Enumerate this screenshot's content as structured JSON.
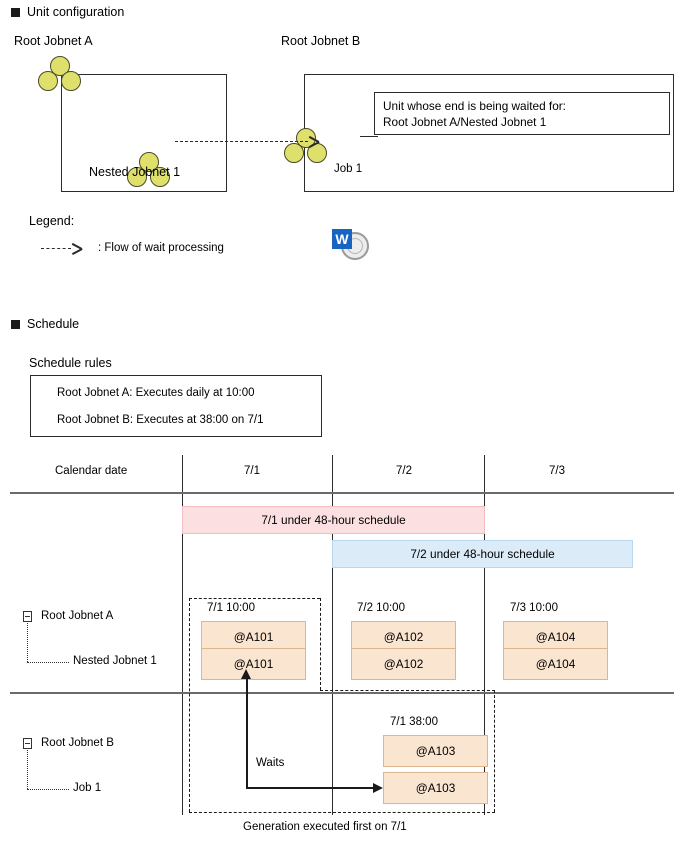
{
  "sections": {
    "unit_configuration": "Unit configuration",
    "schedule": "Schedule"
  },
  "unit_configuration": {
    "root_jobnet_a_label": "Root Jobnet A",
    "root_jobnet_b_label": "Root Jobnet B",
    "nested_jobnet_label": "Nested Jobnet 1",
    "job_label": "Job 1",
    "callout_line1": "Unit whose end is being waited for:",
    "callout_line2": "Root Jobnet A/Nested Jobnet 1",
    "job_badge_letter": "W"
  },
  "legend": {
    "title": "Legend:",
    "entry": ": Flow of wait processing"
  },
  "schedule_rules": {
    "title": "Schedule rules",
    "rules": [
      "Root Jobnet A: Executes daily at 10:00",
      "Root Jobnet B: Executes at 38:00 on 7/1"
    ]
  },
  "schedule_table": {
    "row_header_label": "Calendar date",
    "dates": [
      "7/1",
      "7/2",
      "7/3"
    ],
    "bars": [
      {
        "text": "7/1 under 48-hour schedule",
        "color": "#fce0e1"
      },
      {
        "text": "7/2 under 48-hour schedule",
        "color": "#dcebf8"
      }
    ],
    "jobnet_a": {
      "parent_label": "Root Jobnet A",
      "child_label": "Nested Jobnet 1",
      "timestamps": [
        "7/1 10:00",
        "7/2 10:00",
        "7/3 10:00"
      ],
      "parent_generations": [
        "@A101",
        "@A102",
        "@A104"
      ],
      "child_generations": [
        "@A101",
        "@A102",
        "@A104"
      ]
    },
    "jobnet_b": {
      "parent_label": "Root Jobnet B",
      "child_label": "Job 1",
      "timestamp": "7/1 38:00",
      "parent_generation": "@A103",
      "child_generation": "@A103",
      "wait_label": "Waits"
    },
    "footer_caption": "Generation executed first on 7/1"
  },
  "colors": {
    "jobnet_circle": "#dfe06c",
    "generation_box": "#fae5d1",
    "generation_border": "#dcb68f",
    "badge_blue": "#1665c0",
    "pink_bar": "#fce0e1",
    "blue_bar": "#dcebf8"
  }
}
